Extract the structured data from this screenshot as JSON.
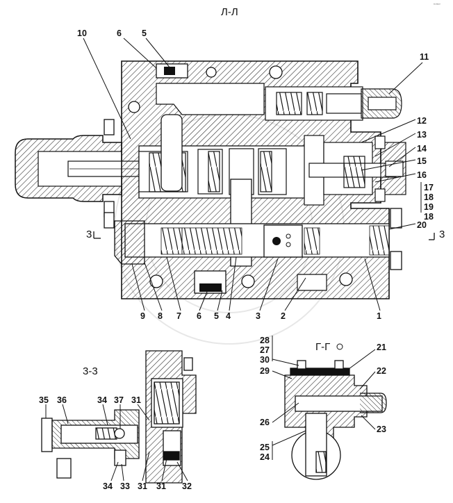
{
  "corner_mark": "”″″″",
  "titles": {
    "main": "Л-Л",
    "section_3": "3-3",
    "section_g": "Г-Г"
  },
  "main_labels": [
    "10",
    "6",
    "5",
    "11",
    "12",
    "13",
    "14",
    "15",
    "16",
    "17",
    "18",
    "19",
    "18",
    "20",
    "3",
    "3",
    "9",
    "8",
    "7",
    "6",
    "5",
    "4",
    "3",
    "2",
    "1"
  ],
  "section3_labels": [
    "35",
    "36",
    "34",
    "37",
    "31",
    "34",
    "33",
    "31",
    "31",
    "32"
  ],
  "sectionG_labels": [
    "28",
    "27",
    "30",
    "29",
    "21",
    "22",
    "26",
    "23",
    "25",
    "24"
  ],
  "colors": {
    "ink": "#111111",
    "hatch": "#222222",
    "background": "#ffffff",
    "watermark": "#d9d9d9"
  }
}
